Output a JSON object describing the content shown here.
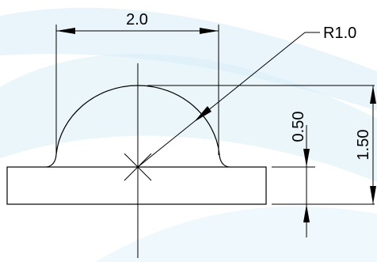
{
  "colors": {
    "line": "#000000",
    "background_tint": "#a9d7ee"
  },
  "dimensions": {
    "width_label": "2.0",
    "radius_label": "R1.0",
    "dome_height_label": "0.50",
    "total_height_label": "1.50"
  }
}
